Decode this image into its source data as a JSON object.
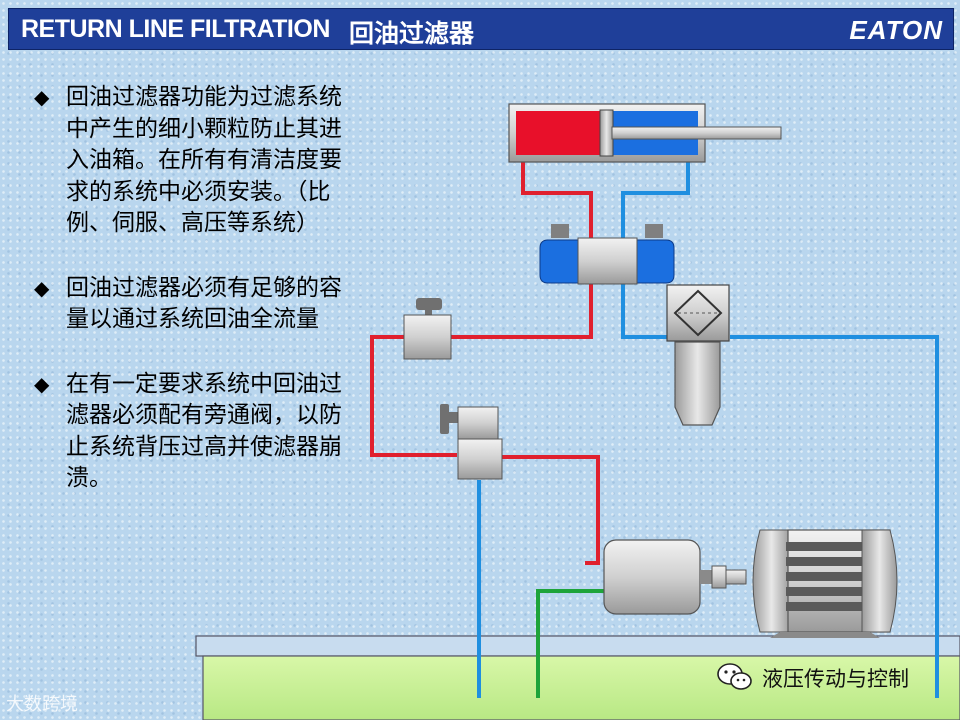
{
  "header": {
    "title_en": "RETURN LINE FILTRATION",
    "title_cn": "回油过滤器",
    "logo_text": "EATON"
  },
  "bullets": [
    {
      "marker": "◆",
      "text": "回油过滤器功能为过滤系统中产生的细小颗粒防止其进入油箱。在所有有清洁度要求的系统中必须安装。（比例、伺服、高压等系统）"
    },
    {
      "marker": "◆",
      "text": "回油过滤器必须有足够的容量以通过系统回油全流量"
    },
    {
      "marker": "◆",
      "text": "在有一定要求系统中回油过滤器必须配有旁通阀，以防止系统背压过高并使滤器崩溃。"
    }
  ],
  "footer": {
    "brand_text": "液压传动与控制",
    "watermark_text": "大数跨境",
    "wechat_icon": "wechat-icon"
  },
  "colors": {
    "title_bar": "#1f3f99",
    "pressure_line": "#e0202e",
    "return_line": "#1f8fe0",
    "suction_line": "#1ea43a",
    "tank": "#c9f098",
    "background": "#b9d6ee"
  }
}
